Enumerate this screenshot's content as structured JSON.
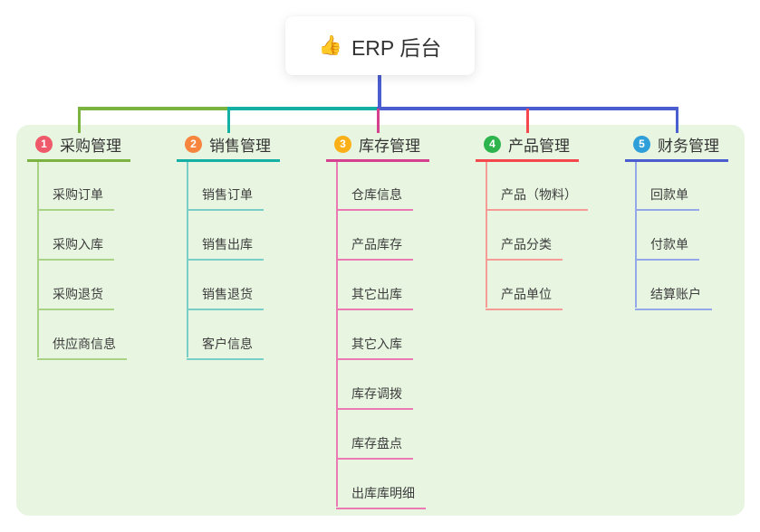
{
  "root": {
    "icon": "👍",
    "label": "ERP 后台"
  },
  "colors": {
    "trunk_blue": "#4a5ed0",
    "panel_bg": "#e8f5e1",
    "bus_green": "#7ab43e",
    "bus_teal": "#14b0a3",
    "drop_magenta": "#d6418f",
    "drop_red": "#f4474e"
  },
  "branches": [
    {
      "number": "1",
      "label": "采购管理",
      "badge_color": "#ee5a69",
      "line_color": "#7ab43e",
      "child_line_color": "#a9d284",
      "children": [
        "采购订单",
        "采购入库",
        "采购退货",
        "供应商信息"
      ]
    },
    {
      "number": "2",
      "label": "销售管理",
      "badge_color": "#f8853e",
      "line_color": "#14b0a3",
      "child_line_color": "#79cfc7",
      "children": [
        "销售订单",
        "销售出库",
        "销售退货",
        "客户信息"
      ]
    },
    {
      "number": "3",
      "label": "库存管理",
      "badge_color": "#fbb017",
      "line_color": "#d6418f",
      "child_line_color": "#ea79b4",
      "children": [
        "仓库信息",
        "产品库存",
        "其它出库",
        "其它入库",
        "库存调拨",
        "库存盘点",
        "出库库明细"
      ]
    },
    {
      "number": "4",
      "label": "产品管理",
      "badge_color": "#2db44d",
      "line_color": "#f4474e",
      "child_line_color": "#f79b96",
      "children": [
        "产品（物料）",
        "产品分类",
        "产品单位"
      ]
    },
    {
      "number": "5",
      "label": "财务管理",
      "badge_color": "#2f9fd9",
      "line_color": "#4a5ed0",
      "child_line_color": "#94a7e8",
      "children": [
        "回款单",
        "付款单",
        "结算账户"
      ]
    }
  ]
}
